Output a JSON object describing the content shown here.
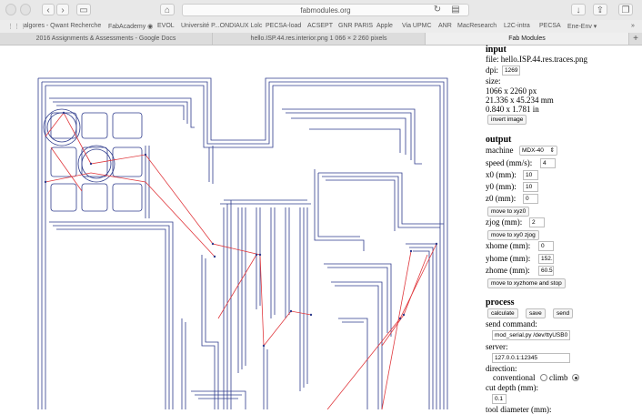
{
  "browser": {
    "url": "fabmodules.org",
    "favorites": [
      "algores - Qwant Recherche",
      "FabAcademy ◉",
      "EVOL",
      "Université P...ONDIAUX Lolc",
      "PECSA-load",
      "ACSEPT",
      "GNR PARIS",
      "Apple",
      "Via UPMC",
      "ANR",
      "MacResearch",
      "L2C-intra",
      "PECSA",
      "Ene-Env ▾"
    ],
    "tabs": [
      {
        "label": "2016 Assignments & Assessments - Google Docs"
      },
      {
        "label": "hello.ISP.44.res.interior.png 1 066 × 2 260 pixels"
      },
      {
        "label": "Fab Modules"
      }
    ]
  },
  "panel": {
    "input": {
      "heading": "input",
      "file": "file: hello.ISP.44.res.traces.png",
      "dpi_label": "dpi:",
      "dpi_value": "1269",
      "size_label": "size:",
      "size_px": "1066 x 2260 px",
      "size_mm": "21.336 x 45.234 mm",
      "size_in": "0.840 x 1.781 in",
      "invert_button": "invert image"
    },
    "output": {
      "heading": "output",
      "machine_label": "machine",
      "machine_value": "MDX-40",
      "speed_label": "speed (mm/s):",
      "speed_value": "4",
      "x0_label": "x0 (mm):",
      "x0_value": "10",
      "y0_label": "y0 (mm):",
      "y0_value": "10",
      "z0_label": "z0 (mm):",
      "z0_value": "0",
      "move_xyz0": "move to xyz0",
      "zjog_label": "zjog (mm):",
      "zjog_value": "2",
      "move_xy0_zjog": "move to xy0 zjog",
      "xhome_label": "xhome (mm):",
      "xhome_value": "0",
      "yhome_label": "yhome (mm):",
      "yhome_value": "152.",
      "zhome_label": "zhome (mm):",
      "zhome_value": "60.5",
      "move_home_stop": "move to xyzhome and stop"
    },
    "process": {
      "heading": "process",
      "calculate": "calculate",
      "save": "save",
      "send": "send",
      "send_command_label": "send command:",
      "send_command_value": "mod_serial.py /dev/ttyUSB0",
      "server_label": "server:",
      "server_value": "127.0.0.1:12345",
      "direction_label": "direction:",
      "conventional": "conventional",
      "climb": "climb",
      "cut_depth_label": "cut depth (mm):",
      "cut_depth_value": "0.1",
      "tool_diameter_label": "tool diameter (mm):"
    }
  },
  "colors": {
    "trace": "#2e3b8c",
    "move": "#e0393e"
  }
}
